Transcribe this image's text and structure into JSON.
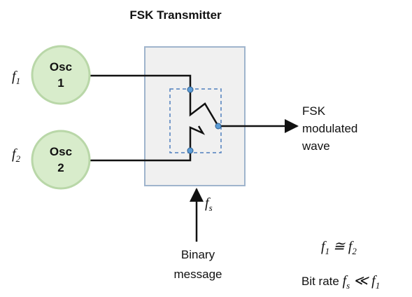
{
  "title": "FSK Transmitter",
  "oscillators": [
    {
      "line1": "Osc",
      "line2": "1",
      "freq_symbol": "f",
      "freq_subscript": "1"
    },
    {
      "line1": "Osc",
      "line2": "2",
      "freq_symbol": "f",
      "freq_subscript": "2"
    }
  ],
  "output_label": [
    "FSK",
    "modulated",
    "wave"
  ],
  "control_label": {
    "symbol": "f",
    "subscript": "s"
  },
  "input_label": [
    "Binary",
    "message"
  ],
  "relation_1": {
    "left": "f",
    "left_sub": "1",
    "op": " ≅ ",
    "right": "f",
    "right_sub": "2"
  },
  "relation_2": {
    "prefix": "Bit rate ",
    "left": "f",
    "left_sub": "s",
    "op": " ≪ ",
    "right": "f",
    "right_sub": "1"
  },
  "colors": {
    "osc_fill": "#d8eccb",
    "osc_stroke": "#b9d7a8",
    "box_fill": "#f0f0f0",
    "box_stroke": "#9fb4cc",
    "switch_stroke": "#4f7fbe",
    "node_fill": "#5b9bd5",
    "wire": "#111111"
  }
}
